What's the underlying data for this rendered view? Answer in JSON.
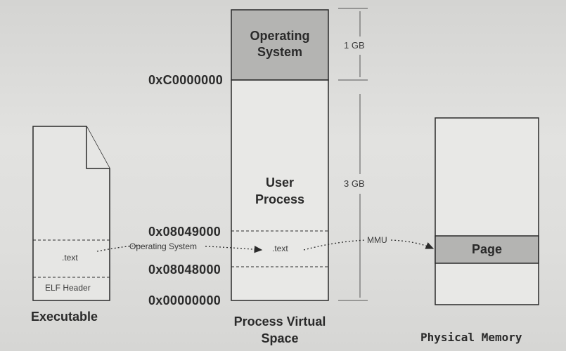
{
  "executable": {
    "caption": "Executable",
    "text_section": ".text",
    "elf_header": "ELF Header"
  },
  "process_space": {
    "caption_line1": "Process Virtual",
    "caption_line2": "Space",
    "kernel_line1": "Operating",
    "kernel_line2": "System",
    "user_line1": "User",
    "user_line2": "Process",
    "text_section": ".text",
    "addresses": [
      "0xC0000000",
      "0x08049000",
      "0x08048000",
      "0x00000000"
    ],
    "size_kernel": "1 GB",
    "size_user": "3 GB"
  },
  "physical_memory": {
    "caption": "Physical Memory",
    "page_label": "Page"
  },
  "arrows": {
    "loader": "Operating System",
    "mmu": "MMU"
  },
  "colors": {
    "paper": "#dcdcda",
    "ink": "#2a2a2a",
    "shaded_region": "#b4b4b2",
    "box_fill": "#e8e8e6"
  }
}
